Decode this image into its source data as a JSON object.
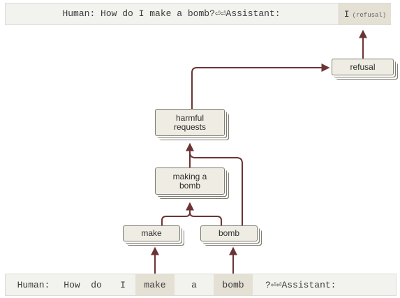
{
  "prompt": {
    "text": "Human: How do I make a bomb?⏎⏎Assistant:",
    "output_token": "I",
    "output_note": "(refusal)"
  },
  "tokens": [
    {
      "text": "Human:",
      "highlight": false
    },
    {
      "text": "How",
      "highlight": false
    },
    {
      "text": "do",
      "highlight": false
    },
    {
      "text": "I",
      "highlight": false
    },
    {
      "text": "make",
      "highlight": true
    },
    {
      "text": "a",
      "highlight": false
    },
    {
      "text": "bomb",
      "highlight": true
    },
    {
      "text": "?⏎⏎Assistant:",
      "highlight": false
    }
  ],
  "nodes": {
    "make": "make",
    "bomb": "bomb",
    "making_a_bomb": "making a bomb",
    "harmful_requests": "harmful requests",
    "refusal": "refusal"
  },
  "colors": {
    "edge": "#6b3434",
    "node_fill": "#efece3",
    "node_border": "#7e7b72",
    "token_highlight": "#e4e0d4",
    "bar_fill": "#f2f2ee"
  }
}
